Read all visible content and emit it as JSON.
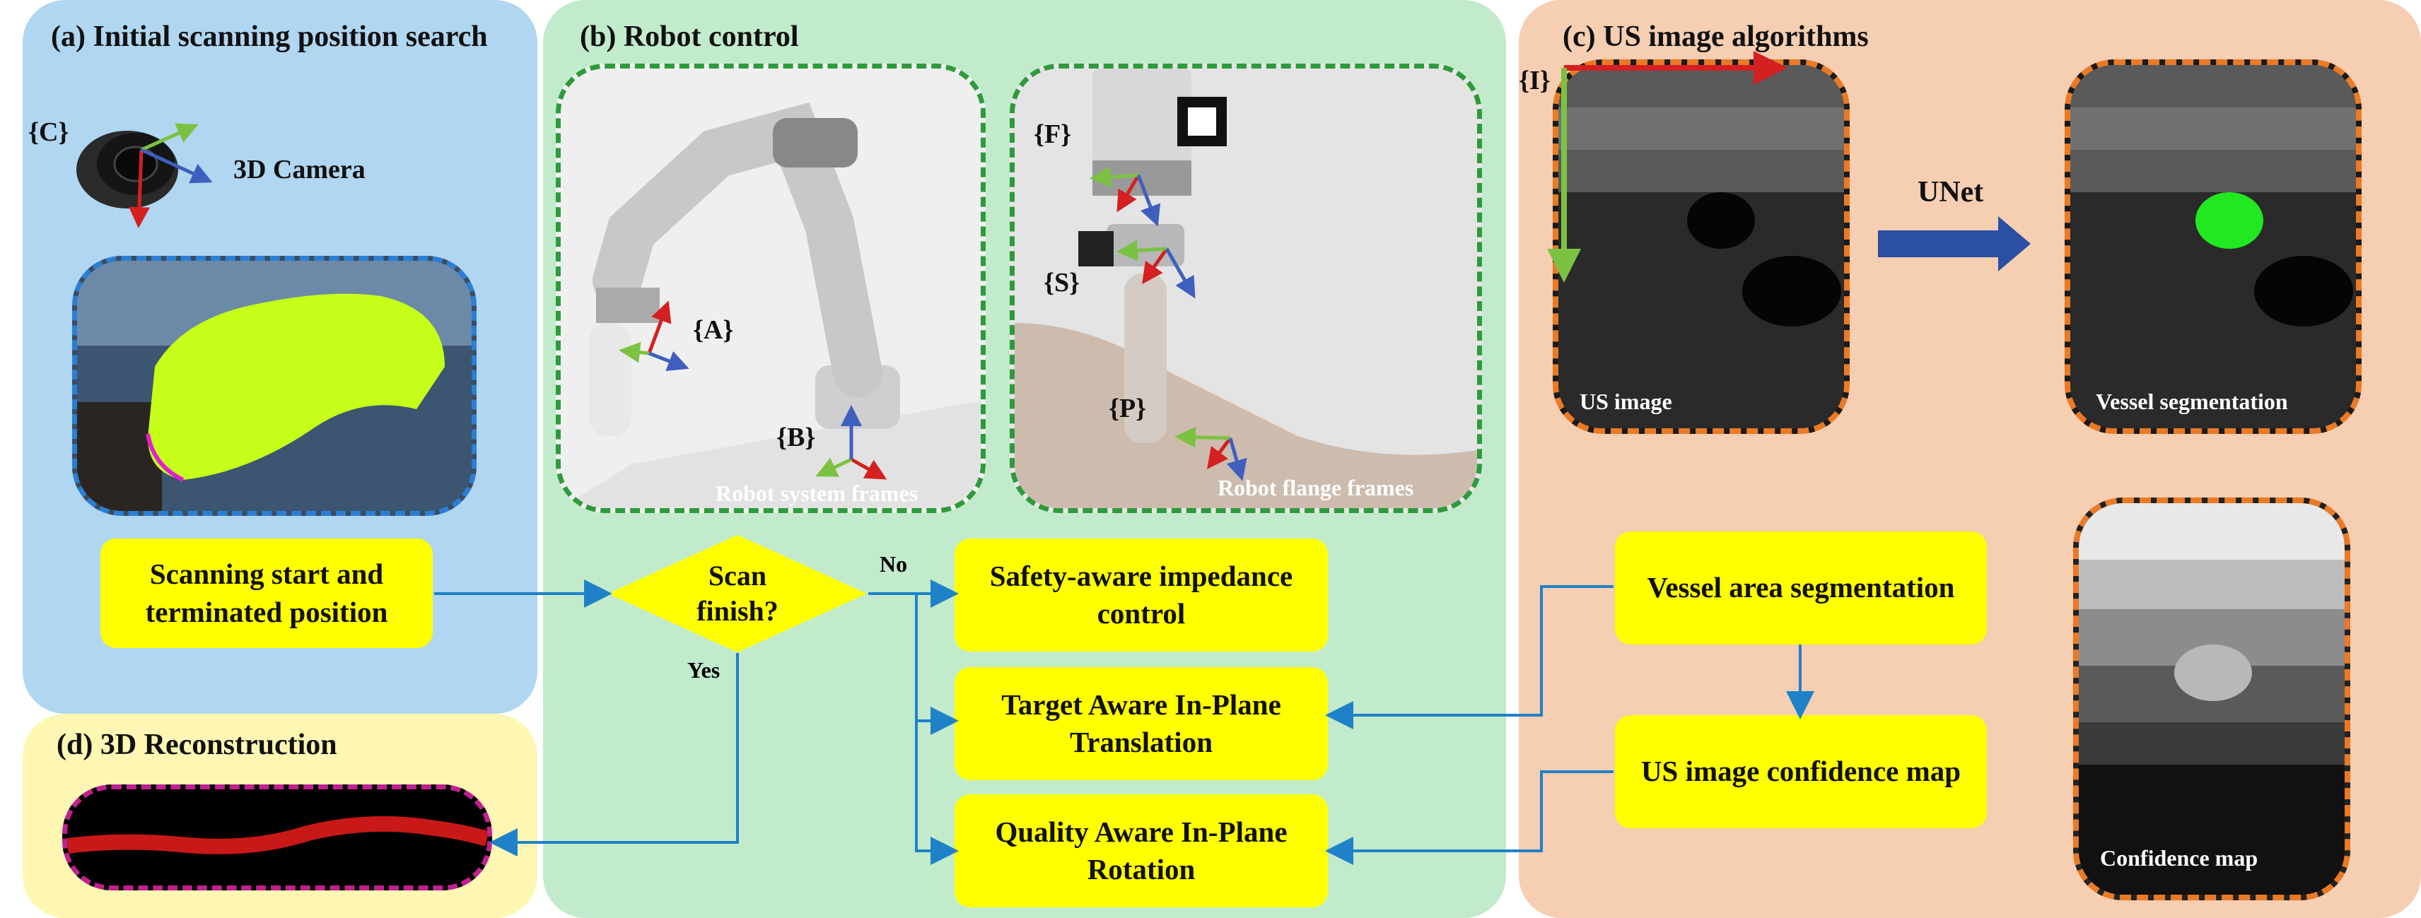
{
  "panels": {
    "a": {
      "title": "(a) Initial scanning position search"
    },
    "b": {
      "title": "(b) Robot control"
    },
    "c": {
      "title": "(c) US image algorithms"
    },
    "d": {
      "title": "(d) 3D Reconstruction"
    }
  },
  "camera": {
    "frame": "{C}",
    "label": "3D Camera"
  },
  "robot": {
    "frame_a": "{A}",
    "frame_b": "{B}",
    "frame_f": "{F}",
    "frame_s": "{S}",
    "frame_p": "{P}",
    "system_caption": "Robot system frames",
    "flange_caption": "Robot flange frames"
  },
  "us": {
    "frame_i": "{I}",
    "us_image_caption": "US image",
    "unet_label": "UNet",
    "segmentation_caption": "Vessel segmentation",
    "confidence_caption": "Confidence map"
  },
  "flow": {
    "scanning_box": "Scanning start and terminated position",
    "decision": "Scan finish?",
    "no_label": "No",
    "yes_label": "Yes",
    "safety_box": "Safety-aware impedance control",
    "translation_box": "Target Aware In-Plane Translation",
    "rotation_box": "Quality Aware In-Plane Rotation",
    "vessel_area_box": "Vessel area segmentation",
    "confidence_box": "US image confidence map"
  },
  "colors": {
    "panel_a": "#b0d6f1",
    "panel_b": "#c2ebcc",
    "panel_c": "#f6ceb1",
    "panel_d": "#fef7b3",
    "box": "#ffff00",
    "arrow": "#1f82c8",
    "axis_x": "#d42020",
    "axis_y": "#7cc242",
    "axis_z": "#3f5fbf",
    "segmentation": "#22e822"
  }
}
